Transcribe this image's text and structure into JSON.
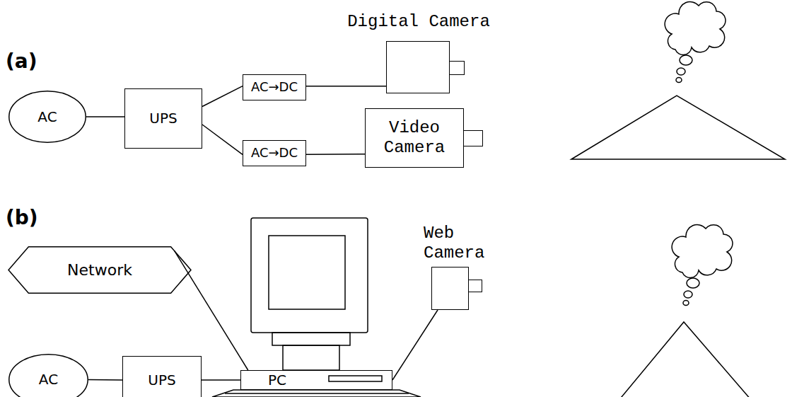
{
  "diagram": {
    "nodes": [
      {
        "text": [
          "AC"
        ]
      },
      {
        "text": [
          "UPS"
        ]
      },
      {
        "text": [
          "AC→DC"
        ]
      },
      {
        "text": [
          "AC→DC"
        ]
      },
      {
        "text": [
          "Digital Camera"
        ]
      },
      {
        "text": [
          "Video Camera"
        ]
      },
      {
        "text": [
          "Network"
        ]
      },
      {
        "text": [
          "PC"
        ]
      },
      {
        "text": [
          "Web Camera"
        ]
      },
      {
        "text": [
          "AC"
        ]
      },
      {
        "text": [
          "UPS"
        ]
      }
    ],
    "edges": [
      {
        "from": 0,
        "to": 1,
        "arrow": "none"
      },
      {
        "from": 1,
        "to": 2,
        "arrow": "none"
      },
      {
        "from": 1,
        "to": 3,
        "arrow": "none"
      },
      {
        "from": 2,
        "to": 4,
        "arrow": "none"
      },
      {
        "from": 3,
        "to": 5,
        "arrow": "none"
      },
      {
        "from": 9,
        "to": 10,
        "arrow": "none"
      },
      {
        "from": 10,
        "to": 7,
        "arrow": "none"
      },
      {
        "from": 6,
        "to": 7,
        "arrow": "none"
      },
      {
        "from": 7,
        "to": 8,
        "arrow": "none"
      }
    ],
    "labels": [
      "(a)",
      "(b)"
    ]
  }
}
